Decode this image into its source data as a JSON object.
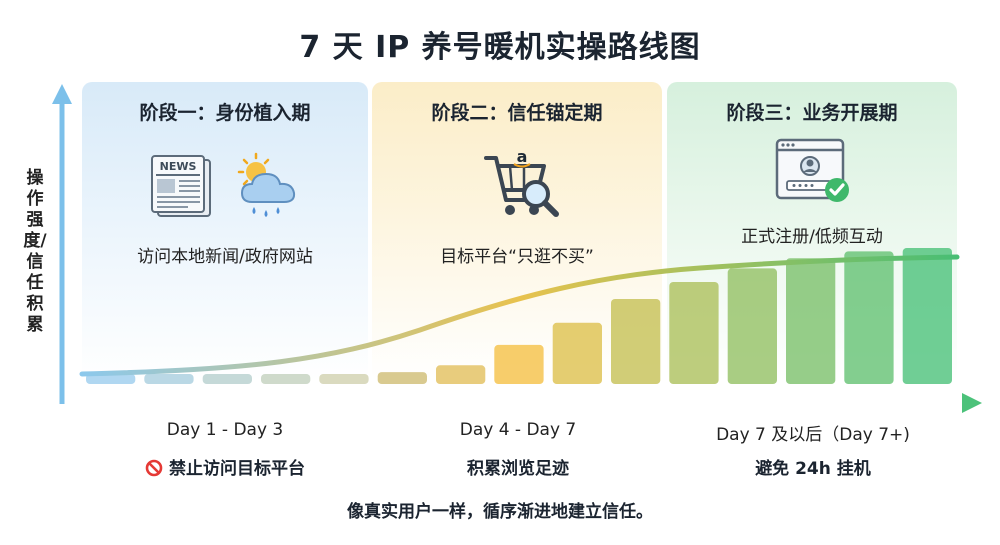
{
  "title": "7 天 IP 养号暖机实操路线图",
  "y_axis_label": "操作强度/信任积累",
  "stages": [
    {
      "title": "阶段一：身份植入期",
      "description": "访问本地新闻/政府网站",
      "icons": [
        "newspaper-icon",
        "weather-icon"
      ],
      "period": "Day 1 - Day 3",
      "note": "禁止访问目标平台",
      "note_icon": "prohibited-icon",
      "color": "#6fb7e6"
    },
    {
      "title": "阶段二：信任锚定期",
      "description": "目标平台“只逛不买”",
      "icons": [
        "shopping-cart-magnifier-icon"
      ],
      "period": "Day 4 - Day 7",
      "note": "积累浏览足迹",
      "color": "#f5c046"
    },
    {
      "title": "阶段三：业务开展期",
      "description": "正式注册/低频互动",
      "icons": [
        "account-verified-icon"
      ],
      "period": "Day 7 及以后（Day 7+)",
      "note": "避免 24h 挂机",
      "color": "#4cc27a"
    }
  ],
  "footer": "像真实用户一样，循序渐进地建立信任。",
  "bars": {
    "count": 15,
    "levels": [
      0.03,
      0.03,
      0.03,
      0.03,
      0.04,
      0.07,
      0.11,
      0.23,
      0.36,
      0.5,
      0.6,
      0.68,
      0.74,
      0.78,
      0.8
    ]
  },
  "colors": {
    "blue": "#6fb7e6",
    "yellow": "#f5c046",
    "green": "#4cc27a",
    "axis_start": "#7cc0ea",
    "axis_end": "#4cc27a"
  }
}
